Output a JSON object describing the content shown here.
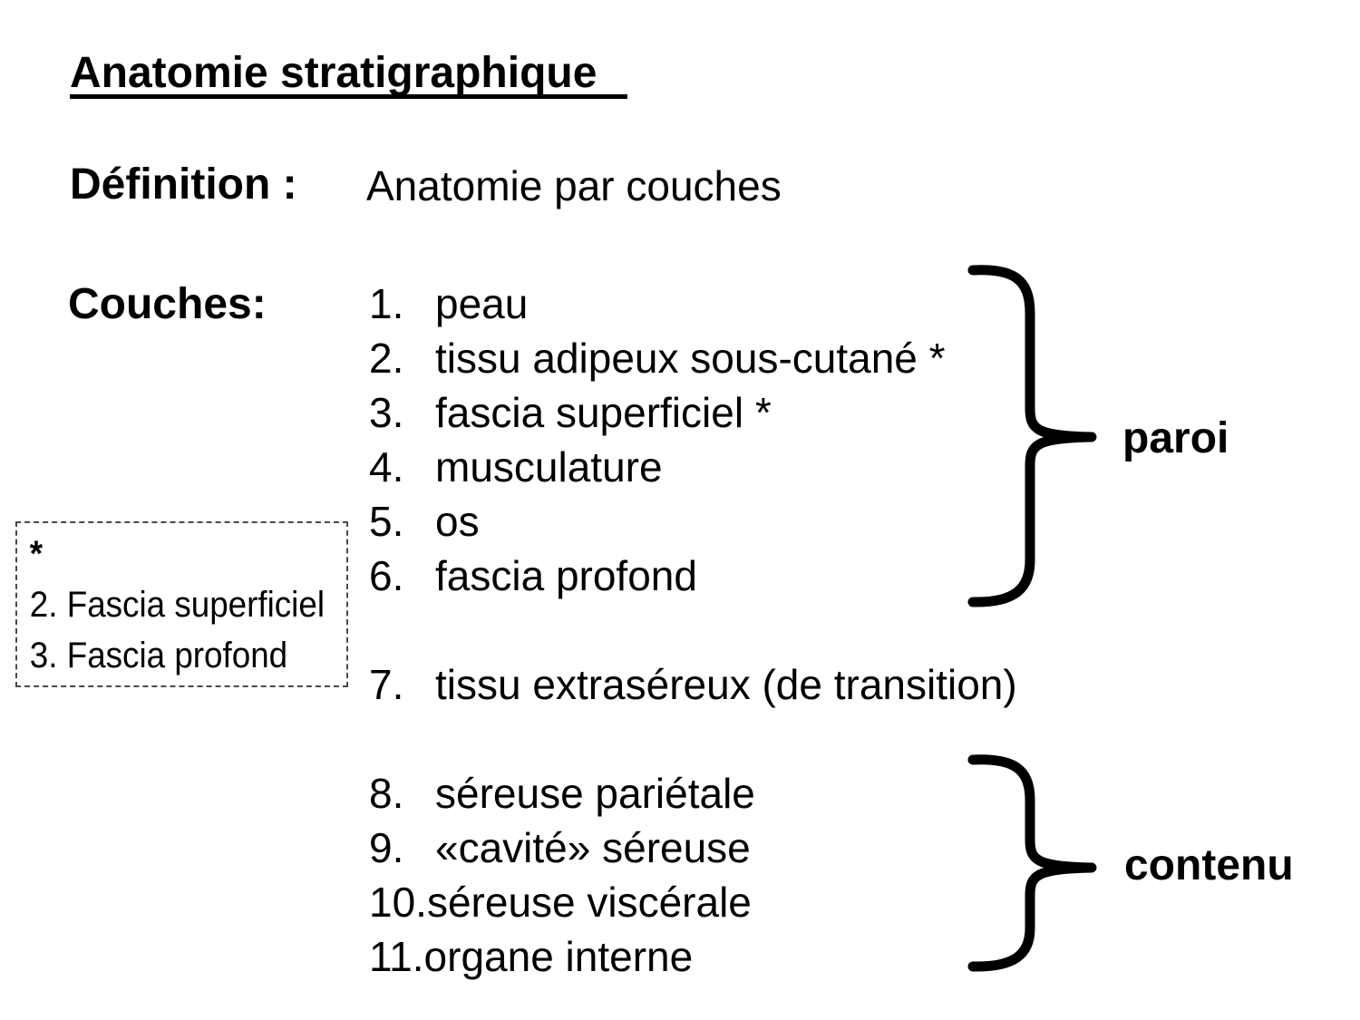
{
  "title": "Anatomie stratigraphique",
  "definition": {
    "label": "Définition :",
    "value": "Anatomie par couches"
  },
  "couches": {
    "label": "Couches:"
  },
  "layers": [
    {
      "num": "1.",
      "label": "peau"
    },
    {
      "num": "2.",
      "label": "tissu adipeux sous-cutané *"
    },
    {
      "num": "3.",
      "label": "fascia superficiel *"
    },
    {
      "num": "4.",
      "label": "musculature"
    },
    {
      "num": "5.",
      "label": "os"
    },
    {
      "num": "6.",
      "label": "fascia profond"
    },
    {
      "num": "7.",
      "label": "tissu extraséreux (de transition)"
    },
    {
      "num": "8.",
      "label": "séreuse pariétale"
    },
    {
      "num": "9.",
      "label": "«cavité» séreuse"
    },
    {
      "num": "10.",
      "label": "séreuse viscérale"
    },
    {
      "num": "11.",
      "label": "organe interne"
    }
  ],
  "footnote": {
    "marker": "*",
    "items": [
      "2. Fascia superficiel",
      "3. Fascia profond"
    ]
  },
  "brackets": {
    "paroi": "paroi",
    "contenu": "contenu"
  },
  "colors": {
    "text": "#000000",
    "background": "#ffffff",
    "brace": "#000000"
  }
}
